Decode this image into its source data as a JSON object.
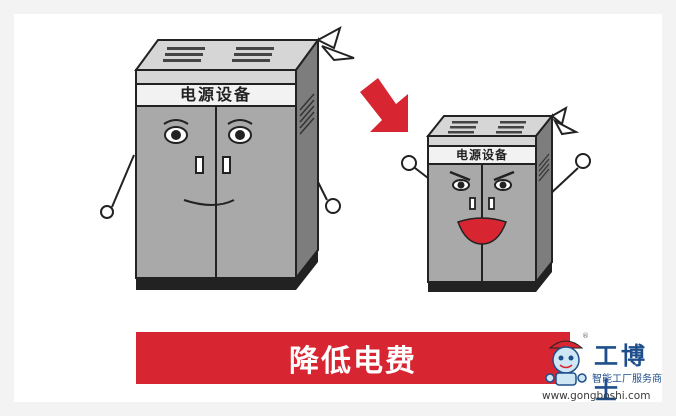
{
  "big_cabinet": {
    "label": "电源设备"
  },
  "small_cabinet": {
    "label": "电源设备"
  },
  "banner": {
    "text": "降低电费",
    "color": "#d72631"
  },
  "arrow": {
    "color": "#d72631",
    "direction": "down-right"
  },
  "logo": {
    "name": "工博士",
    "tagline": "智能工厂服务商",
    "url": "www.gongboshi.com",
    "registered": "®"
  }
}
